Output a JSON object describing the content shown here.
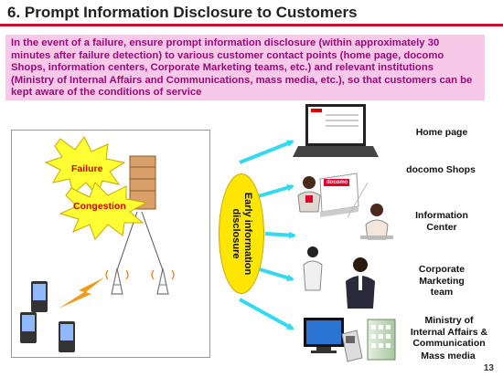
{
  "title": "6. Prompt Information Disclosure to Customers",
  "callout": "In the event of a failure, ensure prompt information disclosure (within approximately 30 minutes after failure detection) to various customer contact points (home page, docomo Shops, information centers, Corporate Marketing teams, etc.) and relevant institutions (Ministry of Internal Affairs and Communications, mass media, etc.), so that customers can be kept aware of the conditions of service",
  "failure_label": "Failure",
  "congestion_label": "Congestion",
  "early_line1": "Early information",
  "early_line2": "disclosure",
  "targets": {
    "home_page": "Home page",
    "docomo_shops": "docomo Shops",
    "info_center_1": "Information",
    "info_center_2": "Center",
    "corp_1": "Corporate",
    "corp_2": "Marketing",
    "corp_3": "team",
    "ministry_1": "Ministry of",
    "ministry_2": "Internal Affairs &",
    "ministry_3": "Communication",
    "mass_media": "Mass media"
  },
  "shop_sign": "docomo",
  "page_number": "13",
  "colors": {
    "title_rule": "#c8102e",
    "callout_bg": "#f8c8e8",
    "callout_text": "#9a0a7a",
    "burst": "#ffff33",
    "failure_text": "#d00000",
    "arrow": "#33d9f0",
    "oval": "#ffe600"
  },
  "icons": [
    "laptop-icon",
    "shop-counter-icon",
    "operator-icon",
    "businessman-icon",
    "tv-icon",
    "building-icon",
    "server-icon",
    "base-station-icon",
    "mobile-phone-icon"
  ]
}
